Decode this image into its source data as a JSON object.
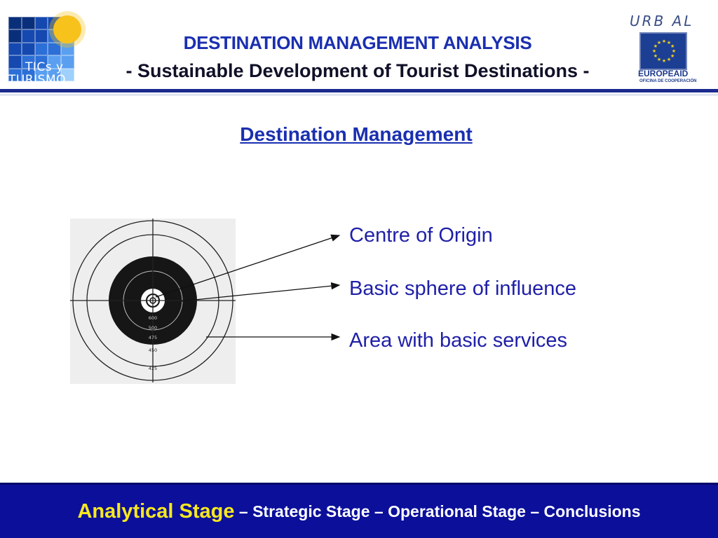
{
  "header": {
    "title": "DESTINATION MANAGEMENT ANALYSIS",
    "subtitle": "- Sustainable Development of Tourist Destinations -",
    "logo_left": {
      "line1": "TICs y",
      "line2": "TURISMO",
      "sun_color": "#f7c21c",
      "tile_colors": [
        "#0a2f7a",
        "#1549b0",
        "#2c6fd6",
        "#5a9ff0",
        "#9fd0fb"
      ]
    },
    "logo_right": {
      "urbal": "URB AL",
      "europeaid": "EUROPEAID",
      "oficina": "OFICINA DE COOPERACIÓN",
      "flag_color": "#1c3f94",
      "star_color": "#f6d21a"
    }
  },
  "section_title": "Destination Management",
  "diagram": {
    "labels": [
      "Centre of Origin",
      "Basic sphere of influence",
      "Area with basic services"
    ],
    "ring_numbers": [
      "600",
      "500",
      "475",
      "450",
      "425"
    ]
  },
  "footer": {
    "active": "Analytical Stage",
    "separator": " – ",
    "items": [
      "Strategic Stage",
      "Operational Stage",
      "Conclusions"
    ]
  },
  "colors": {
    "accent_blue": "#1a2fb0",
    "label_blue": "#2020a8",
    "footer_bg": "#0b0f9a",
    "footer_active": "#f6e81e"
  }
}
